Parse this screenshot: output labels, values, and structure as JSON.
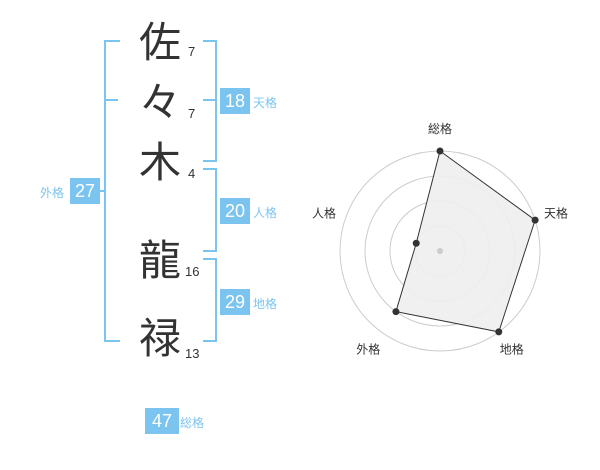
{
  "name": {
    "chars": [
      {
        "char": "佐",
        "strokes": "7"
      },
      {
        "char": "々",
        "strokes": "7"
      },
      {
        "char": "木",
        "strokes": "4"
      },
      {
        "char": "龍",
        "strokes": "16"
      },
      {
        "char": "禄",
        "strokes": "13"
      }
    ]
  },
  "fortune": {
    "tenkaku": {
      "value": "18",
      "label": "天格"
    },
    "jinkaku": {
      "value": "20",
      "label": "人格"
    },
    "chikaku": {
      "value": "29",
      "label": "地格"
    },
    "gaikaku": {
      "value": "27",
      "label": "外格"
    },
    "soukaku": {
      "value": "47",
      "label": "総格"
    }
  },
  "chart_data": {
    "type": "radar",
    "axes": [
      "総格",
      "天格",
      "地格",
      "外格",
      "人格"
    ],
    "values": [
      4,
      4,
      4,
      3,
      1
    ],
    "max": 4,
    "rings": 4
  },
  "colors": {
    "accent": "#7cc4f0",
    "ring": "#cccccc",
    "fill": "#eeeeee",
    "line": "#333333"
  }
}
